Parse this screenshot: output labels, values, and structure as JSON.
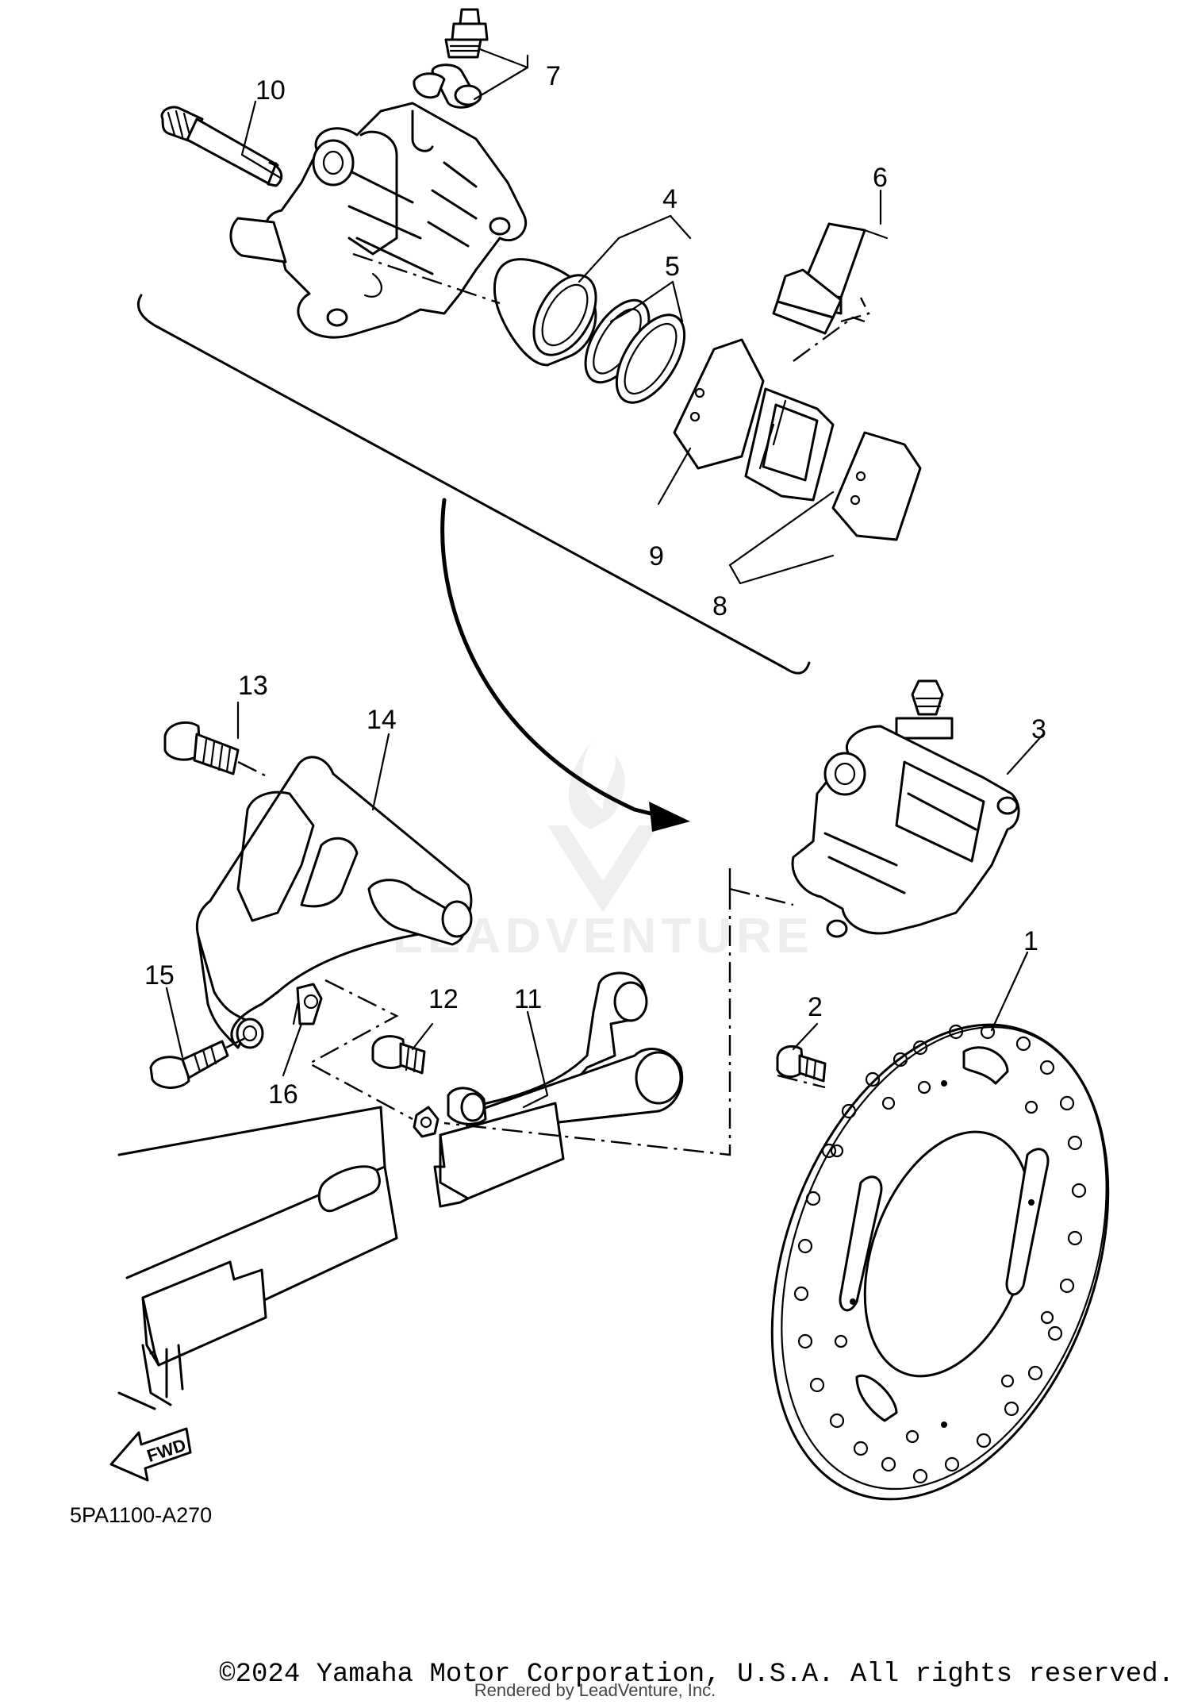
{
  "diagram": {
    "part_code": "5PA1100-A270",
    "watermark": "LEADVENTURE",
    "fwd_label": "FWD",
    "callouts": [
      "1",
      "2",
      "3",
      "4",
      "5",
      "6",
      "7",
      "8",
      "9",
      "10",
      "11",
      "12",
      "13",
      "14",
      "15",
      "16"
    ]
  },
  "footer": {
    "copyright": "©2024 Yamaha Motor Corporation, U.S.A. All rights reserved.",
    "rendered_by": "Rendered by LeadVenture, Inc."
  }
}
